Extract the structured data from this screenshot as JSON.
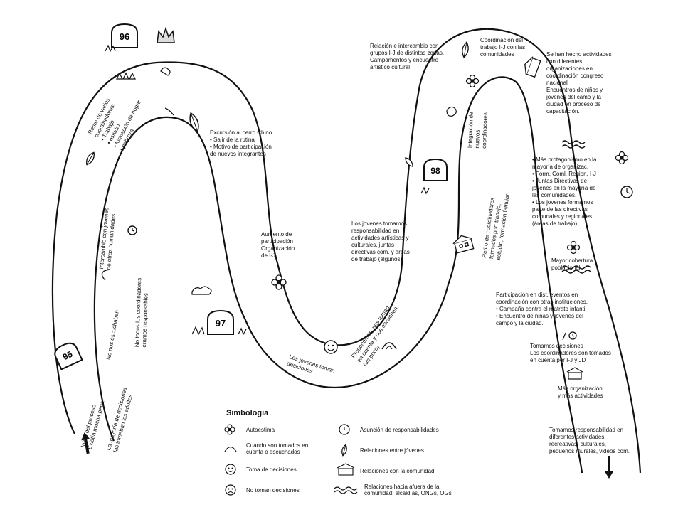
{
  "milestones": {
    "y96": "96",
    "y97": "97",
    "y98": "98",
    "y95": "95"
  },
  "labels": {
    "start": [
      "Inicio del proceso",
      "Existía mucha pena"
    ],
    "decisions_adults": [
      "La mayoría de decisiones",
      "las tomaban los adultos"
    ],
    "not_listened": "No nos escuchaban",
    "not_all": [
      "No todos los coordinadores",
      "éramos responsables"
    ],
    "exchange": [
      "Intercambio con jovenes",
      "de otras comunidades"
    ],
    "coordinators": [
      "Retiro de varios",
      "coordinadores:",
      "• Trabajo",
      "• estudio",
      "• formación de hogar",
      "• pobreza"
    ],
    "excursion": [
      "Excursión al cerro Chino",
      "• Salir de la rutina",
      "• Motivo de participación",
      "de nuevos integrantes"
    ],
    "increase": [
      "Aumento de",
      "participación",
      "Organización",
      "de I-J"
    ],
    "youth_decide": [
      "Los jovenes toman",
      "desiciones"
    ],
    "propose": [
      "Proponemos, nos toman",
      "en cuenta y nos escuchan",
      "(un poco)"
    ],
    "responsibility": [
      "Los jovenes tomamos",
      "responsabilidad en",
      "actividades artísticas y",
      "culturales, juntas",
      "directivas com. y áreas",
      "de trabajo (algunos)"
    ],
    "retiro2": [
      "Retiro de coordinadores",
      "formados por: trabajo,",
      "estudio, formación familiar"
    ],
    "integration": [
      "Integración de",
      "nuevos",
      "coordinadores"
    ],
    "relation": [
      "Relación e intercambio con",
      "grupos I-J de distintas zonas.",
      "Campamentos y encuentro",
      "artístico cultural"
    ],
    "coordination": [
      "Coordinación del",
      "trabajo I-J con las",
      "comunidades"
    ],
    "activities": [
      "Se han hecho actividades",
      "con diferentes",
      "organizaciones en",
      "coordinación congreso",
      "nacional",
      "Encuentros de niños y",
      "jovenes del camo y la",
      "ciudad en proceso de",
      "capacitación."
    ],
    "protagonism": [
      "• Más protagonismo en la",
      "mayoría de organizac.",
      "• Form. Coml. Region. I-J",
      "• Juntas Directivas de",
      "jovenes en la mayoría de",
      "las comunidades.",
      "• Los jovenes formamos",
      "parte de las directivas",
      "comunales y regionales",
      "(áreas de trabajo)."
    ],
    "coverage": [
      "Mayor cobertura",
      "poblacional"
    ],
    "events": [
      "Participación en dist. eventos en",
      "coordinación con otras instituciones.",
      "• Campaña contra el matrato infantil",
      "• Encuentro de niñas y jovenes del",
      "campo y la ciudad."
    ],
    "decisions2": [
      "Tomamos decisiones",
      "Los coordinadores son tomados",
      "en cuenta por I-J y JD"
    ],
    "more_org": [
      "Más organización",
      "y más actividades"
    ],
    "responsibility2": [
      "Tomamos responsabilidad en",
      "diferentes actividades",
      "recreativas, culturales,",
      "pequeños murales, videos com."
    ]
  },
  "legend": {
    "title": "Simbología",
    "items": [
      {
        "icon": "flower-icon",
        "text": [
          "Autoestima"
        ]
      },
      {
        "icon": "hill-icon",
        "text": [
          "Cuando son tomados en",
          "cuenta o escuchados"
        ]
      },
      {
        "icon": "happy-face-icon",
        "text": [
          "Toma de decisiones"
        ]
      },
      {
        "icon": "sad-face-icon",
        "text": [
          "No toman decisiones"
        ]
      },
      {
        "icon": "clock-icon",
        "text": [
          "Asunción de responsabilidades"
        ]
      },
      {
        "icon": "leaf-icon",
        "text": [
          "Relaciones entre jóvenes"
        ]
      },
      {
        "icon": "house-icon",
        "text": [
          "Relaciones  con la comunidad"
        ]
      },
      {
        "icon": "wave-icon",
        "text": [
          "Relaciones hacia afuera de la",
          "comunidad: alcaldías, ONGs, OGs"
        ]
      }
    ]
  }
}
